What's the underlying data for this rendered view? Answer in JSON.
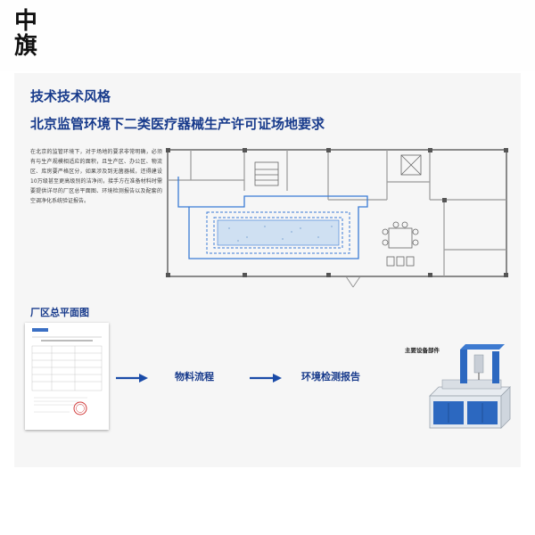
{
  "brand": {
    "logo_text": "中旗"
  },
  "poster": {
    "heading_line1": "技术技术风格",
    "heading_line2": "北京监管环境下二类医疗器械生产许可证场地要求",
    "description": "在北京的监管环境下，对于场地的要求非常明确，必须有与生产规模相适应的面积，且生产区、办公区、物流区、库房要严格区分，如果涉及到无菌器械，还得建设10万级甚至更高级别的洁净间，接手方在准备材料时需要提供详尽的厂区总平面图、环境检测报告以及配套的空调净化系统验证报告。",
    "floor_plan_label": "厂区总平面图",
    "flow_step_1": "物料流程",
    "flow_step_2": "环境检测报告",
    "equipment_label": "主要设备部件"
  },
  "colors": {
    "accent": "#183b8c",
    "flow_arrow": "#1a4ba8",
    "plan_line": "#888888",
    "clean_room": "#3a7bd5"
  }
}
